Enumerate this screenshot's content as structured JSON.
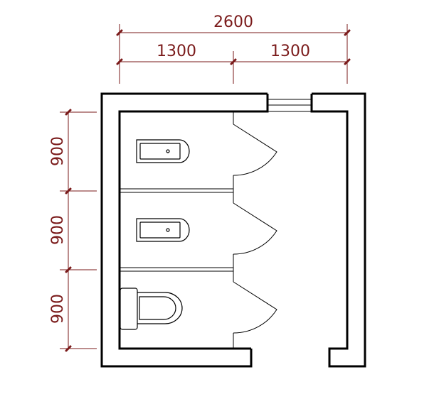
{
  "dimensions": {
    "top_total": "2600",
    "top_left": "1300",
    "top_right": "1300",
    "left_1": "900",
    "left_2": "900",
    "left_3": "900"
  },
  "colors": {
    "dimension": "#7a1a1a",
    "wall": "#000000",
    "background": "#ffffff"
  },
  "fixtures": [
    "squat-toilet",
    "squat-toilet",
    "western-toilet"
  ]
}
